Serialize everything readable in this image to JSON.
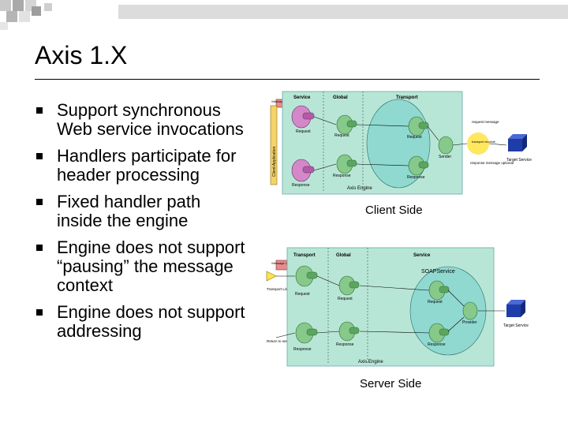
{
  "title": "Axis 1.X",
  "bullets": [
    "Support synchronous Web service invocations",
    "Handlers participate for header processing",
    "Fixed handler path inside the engine",
    "Engine does not support “pausing” the message context",
    "Engine does not support addressing"
  ],
  "client": {
    "caption": "Client Side",
    "labels": {
      "service": "Service",
      "global": "Global",
      "transport": "Transport",
      "request": "Request",
      "response": "Response",
      "sender": "Sender",
      "axis_engine": "Axis Engine",
      "client_application": "Client Application",
      "message_context": "Message Context",
      "target_service": "Target Service",
      "request_message": "request message",
      "transport_module": "transport module",
      "response_message": "response message optional"
    }
  },
  "server": {
    "caption": "Server Side",
    "labels": {
      "transport": "Transport",
      "global": "Global",
      "service": "Service",
      "soap_service": "SOAPService",
      "request": "Request",
      "response": "Response",
      "provider": "Provider",
      "axis_engine": "Axis Engine",
      "message_context": "Message Context",
      "transport_listener": "Transport Listener",
      "return_sender": "Return to sender or listener",
      "target_service": "Target Service"
    }
  },
  "colors": {
    "panel": "#b8e6d6",
    "handler": "#86c98a",
    "handler_pink": "#d487c9",
    "engine": "#8fd9d0",
    "target": "#1e3da8",
    "highlight": "#ffe44d"
  }
}
